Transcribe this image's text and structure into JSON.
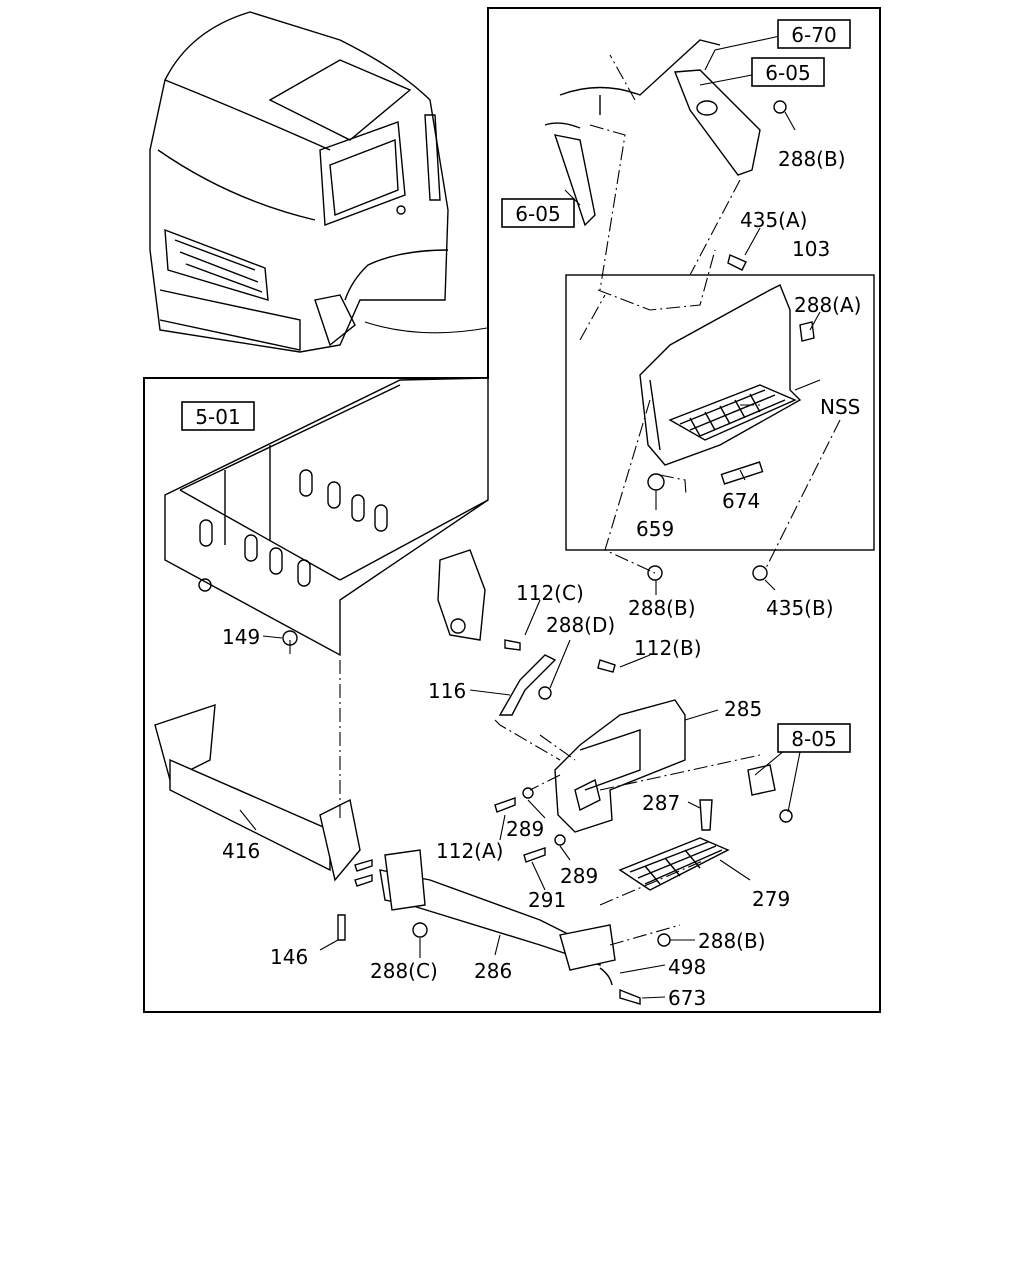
{
  "reference_boxes": {
    "r_6_70": "6-70",
    "r_6_05_top": "6-05",
    "r_6_05_left": "6-05",
    "r_5_01": "5-01",
    "r_8_05": "8-05"
  },
  "part_labels": {
    "p288B_top": "288(B)",
    "p435A": "435(A)",
    "p103": "103",
    "p288A": "288(A)",
    "pNSS": "NSS",
    "p674": "674",
    "p659": "659",
    "p288B_mid": "288(B)",
    "p435B": "435(B)",
    "p112C": "112(C)",
    "p288D": "288(D)",
    "p112B": "112(B)",
    "p149": "149",
    "p116": "116",
    "p285": "285",
    "p287": "287",
    "p289a": "289",
    "p112A": "112(A)",
    "p289b": "289",
    "p291": "291",
    "p279": "279",
    "p416": "416",
    "p146": "146",
    "p288C": "288(C)",
    "p286": "286",
    "p288B_bot": "288(B)",
    "p498": "498",
    "p673": "673"
  }
}
